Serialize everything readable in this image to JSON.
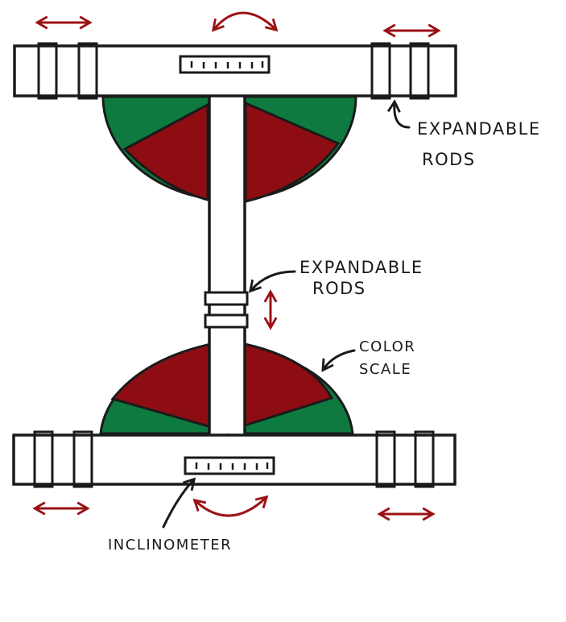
{
  "labels": {
    "top_rods": [
      "EXPANDABLE",
      "RODS"
    ],
    "middle_rods": [
      "EXPANDABLE",
      "RODS"
    ],
    "color_scale": [
      "COLOR",
      "SCALE"
    ],
    "inclinometer": "INCLINOMETER"
  },
  "colors": {
    "stroke": "#1a1a1a",
    "arrow": "#9b1115",
    "sector_red": "#8e0d12",
    "sector_green": "#0e7a3f",
    "fill": "#ffffff"
  },
  "icons": [
    "horizontal-double-arrow-icon",
    "curved-double-arrow-icon",
    "vertical-double-arrow-icon",
    "pointer-arrow-icon"
  ]
}
